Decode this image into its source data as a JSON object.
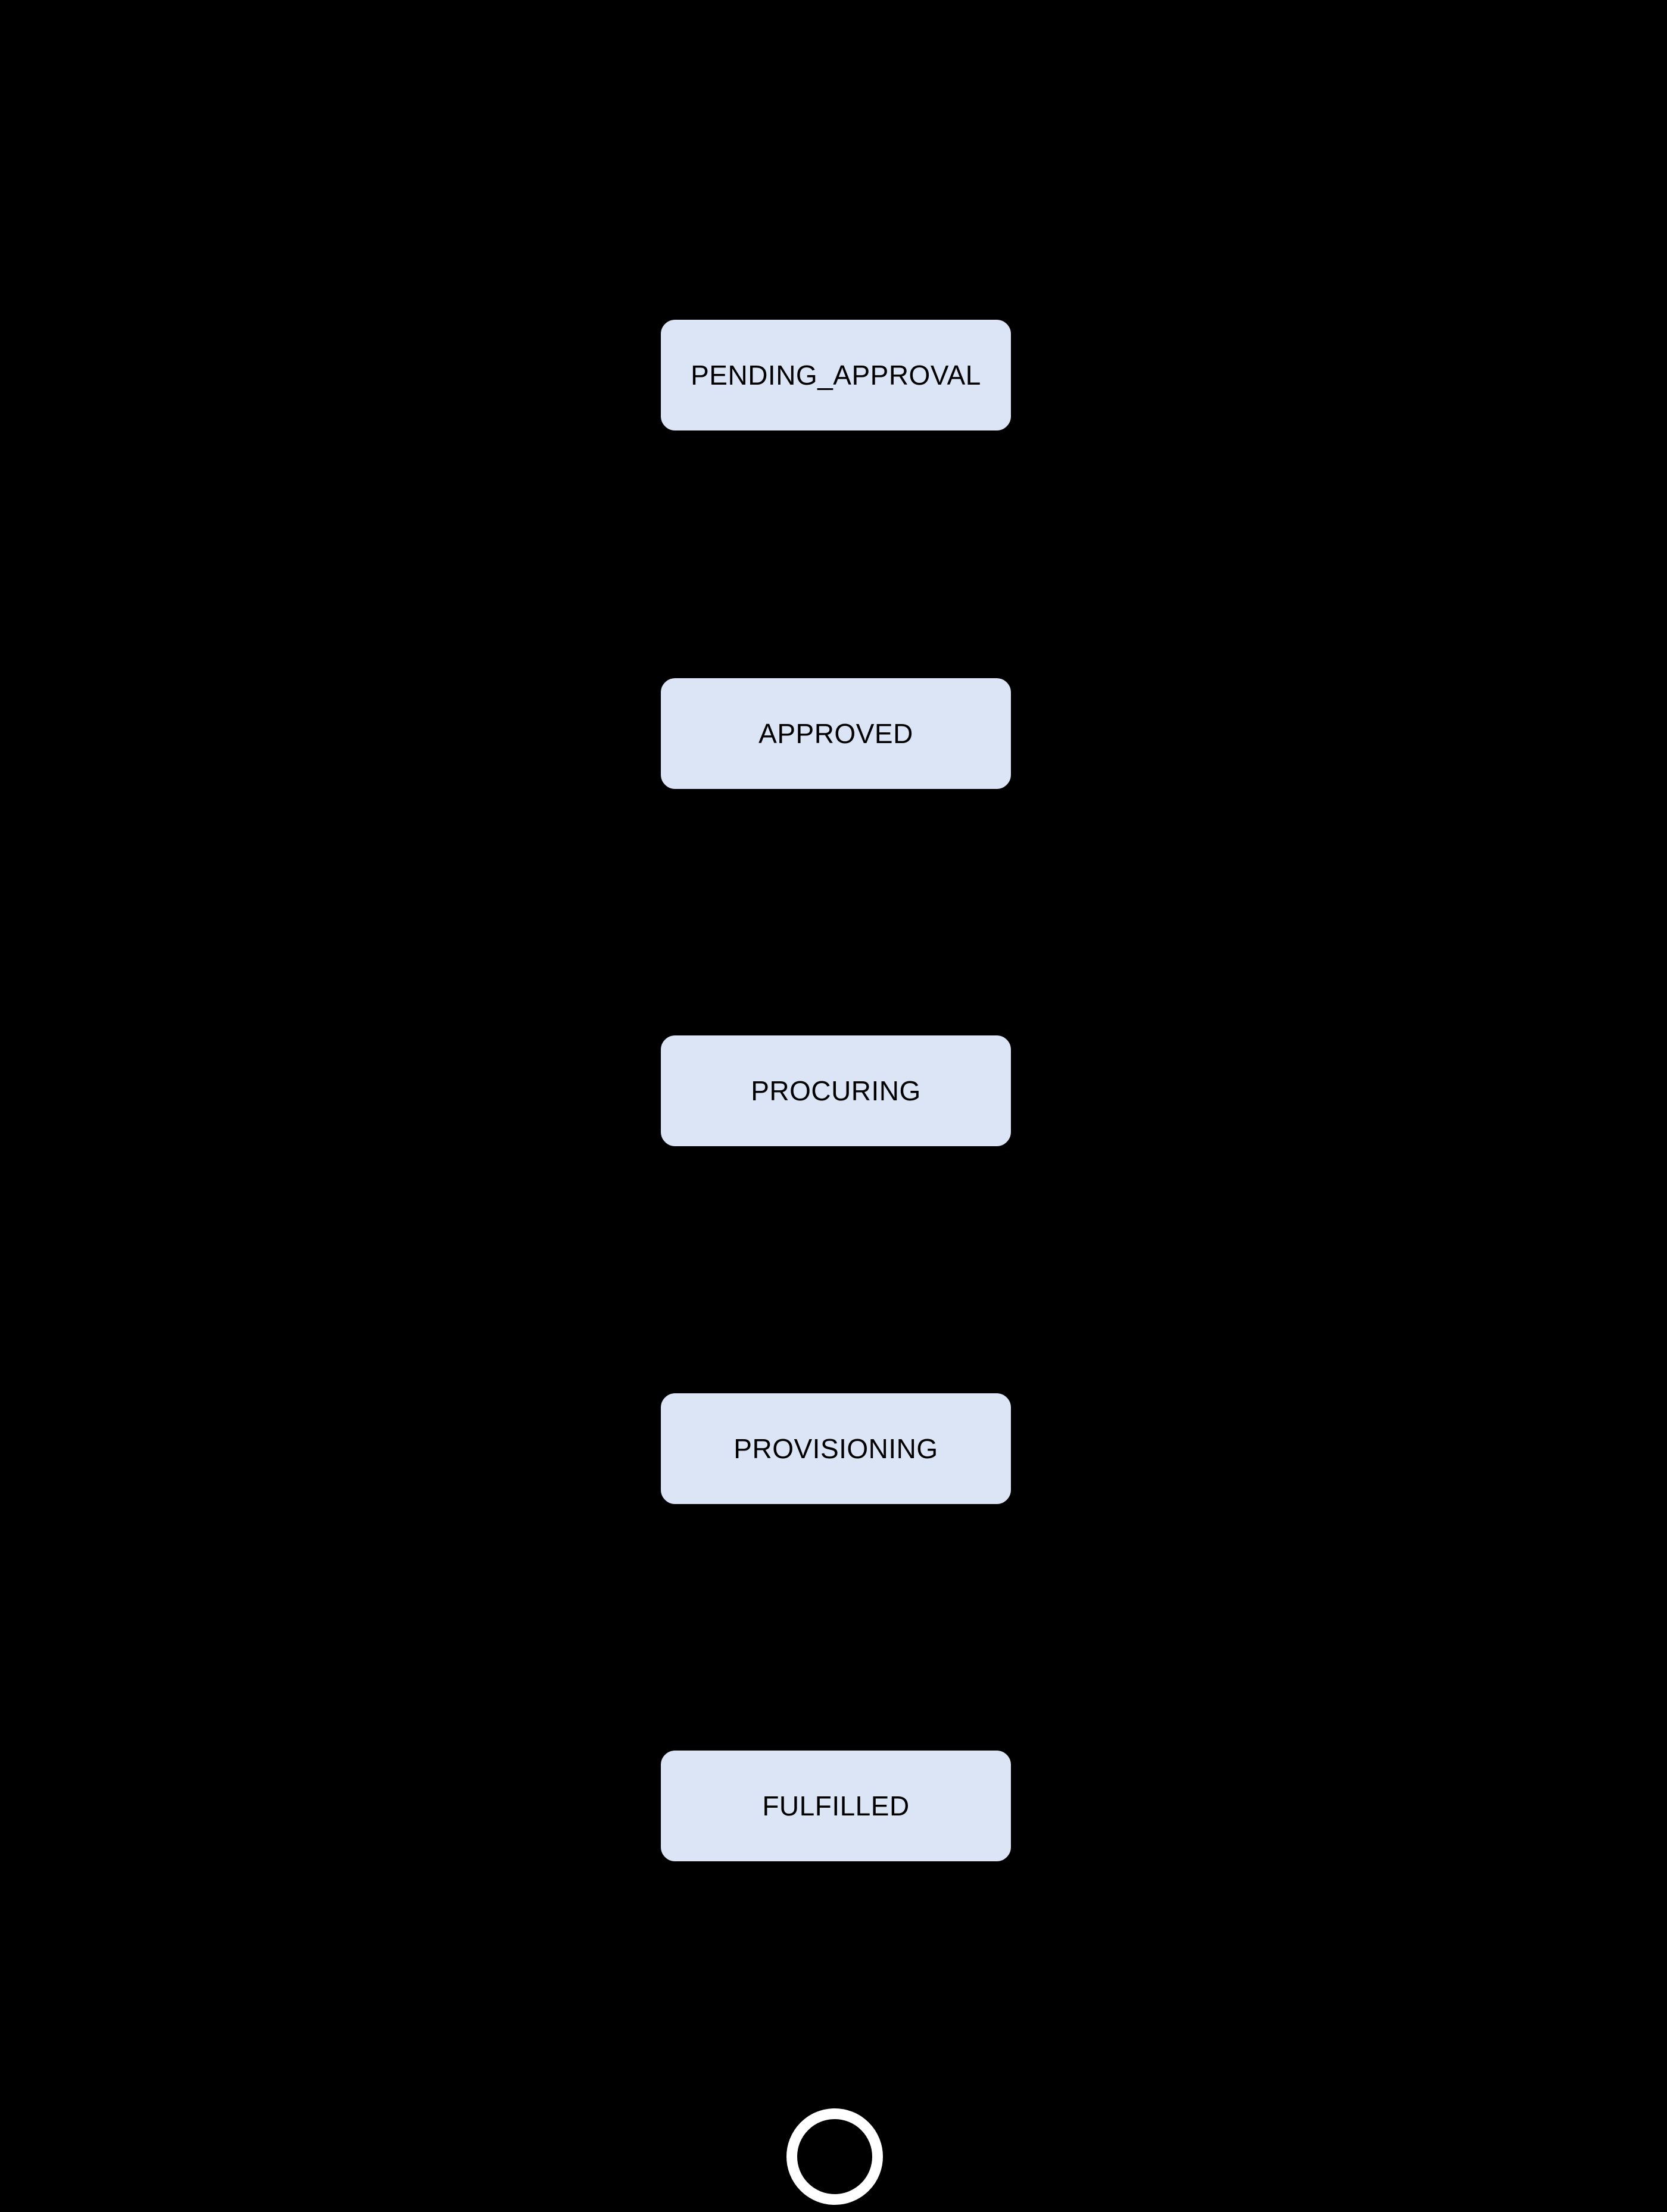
{
  "diagram": {
    "type": "state-flow",
    "background_color": "#000000",
    "node_fill_color": "#dbe5f6",
    "node_text_color": "#000000",
    "end_state_ring_color": "#ffffff",
    "nodes": [
      {
        "id": "PENDING_APPROVAL",
        "label": "PENDING_APPROVAL"
      },
      {
        "id": "APPROVED",
        "label": "APPROVED"
      },
      {
        "id": "PROCURING",
        "label": "PROCURING"
      },
      {
        "id": "PROVISIONING",
        "label": "PROVISIONING"
      },
      {
        "id": "FULFILLED",
        "label": "FULFILLED"
      }
    ],
    "flow_order": [
      "PENDING_APPROVAL",
      "APPROVED",
      "PROCURING",
      "PROVISIONING",
      "FULFILLED"
    ],
    "end_state": {
      "shape": "ring",
      "position": "bottom-center"
    }
  }
}
